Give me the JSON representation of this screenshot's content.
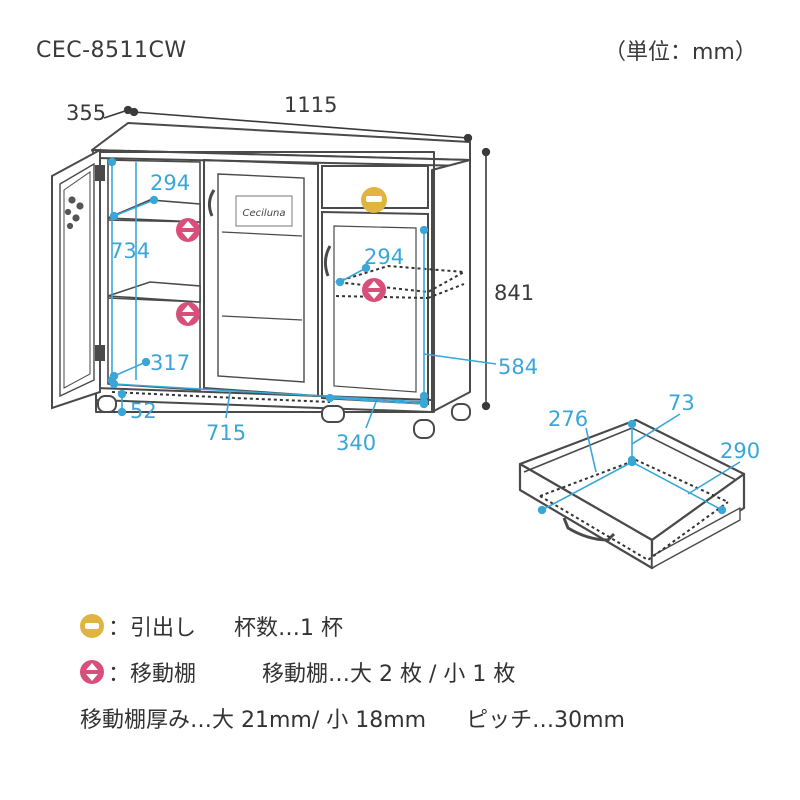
{
  "header": {
    "model": "CEC-8511CW",
    "unit": "（単位：mm）"
  },
  "brand_text": "Ceciluna",
  "colors": {
    "dimension_blue": "#3aa6d8",
    "drawer_badge": "#e0b440",
    "shelf_badge": "#d94f7c",
    "line": "#4a4a4a"
  },
  "dims": {
    "depth": "355",
    "width": "1115",
    "height": "841",
    "left_shelf_depth": "294",
    "left_inner_height": "734",
    "left_shelf_width": "317",
    "bottom_clearance": "52",
    "left_inner_width": "715",
    "right_shelf_depth": "294",
    "right_inner_height": "584",
    "right_inner_width": "340",
    "drawer_depth": "276",
    "drawer_height": "73",
    "drawer_width": "290"
  },
  "legend": {
    "drawer_label": "：引出し",
    "drawer_count": "杯数…1 杯",
    "shelf_label": "：移動棚",
    "shelf_count": "移動棚…大 2 枚 / 小 1 枚",
    "thickness": "移動棚厚み…大 21mm/ 小 18mm",
    "pitch": "ピッチ…30mm"
  }
}
